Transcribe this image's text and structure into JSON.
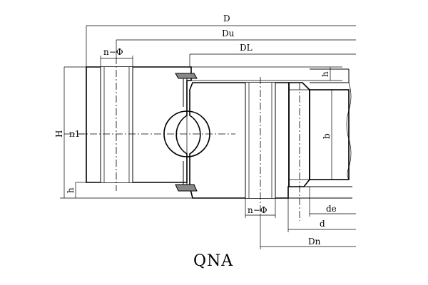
{
  "labels": {
    "D": "D",
    "Du": "Du",
    "DL": "DL",
    "n_phi_top": "n−Φ",
    "n_phi_bottom": "n−Φ",
    "n1": "n1",
    "H": "H",
    "h_left": "h",
    "h_right": "h",
    "b": "b",
    "de": "de",
    "d": "d",
    "Dn": "Dn"
  },
  "caption": "QNA",
  "colors": {
    "line": "#000000",
    "seal": "#888888",
    "background": "#ffffff"
  }
}
